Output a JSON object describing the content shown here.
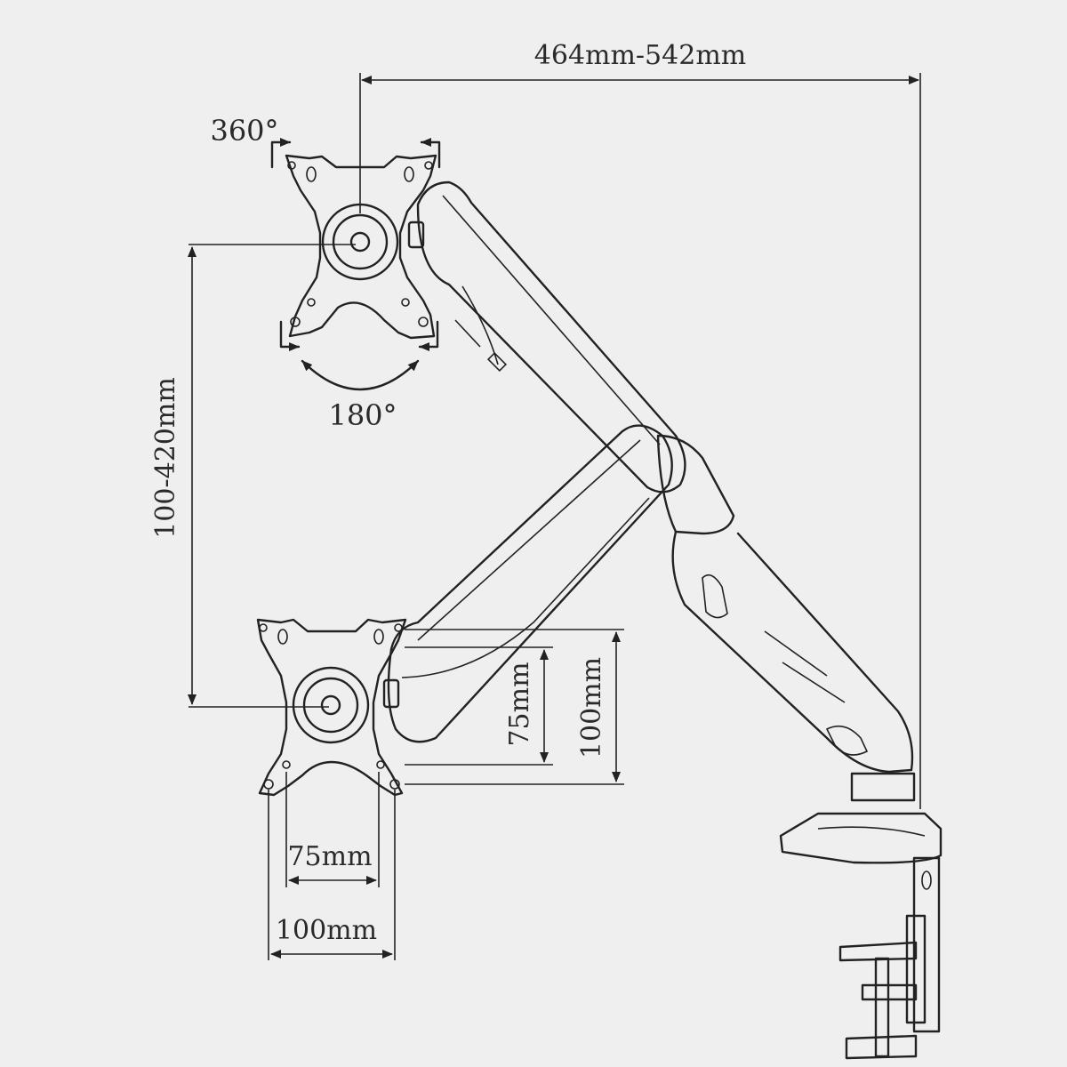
{
  "dimensions": {
    "arm_reach": "464mm-542mm",
    "height_range": "100-420mm",
    "vesa_inner_vertical": "75mm",
    "vesa_outer_vertical": "100mm",
    "vesa_inner_horizontal": "75mm",
    "vesa_outer_horizontal": "100mm"
  },
  "rotation": {
    "swivel": "360°",
    "tilt": "180°"
  },
  "colors": {
    "background": "#efefef",
    "ink": "#222222"
  }
}
